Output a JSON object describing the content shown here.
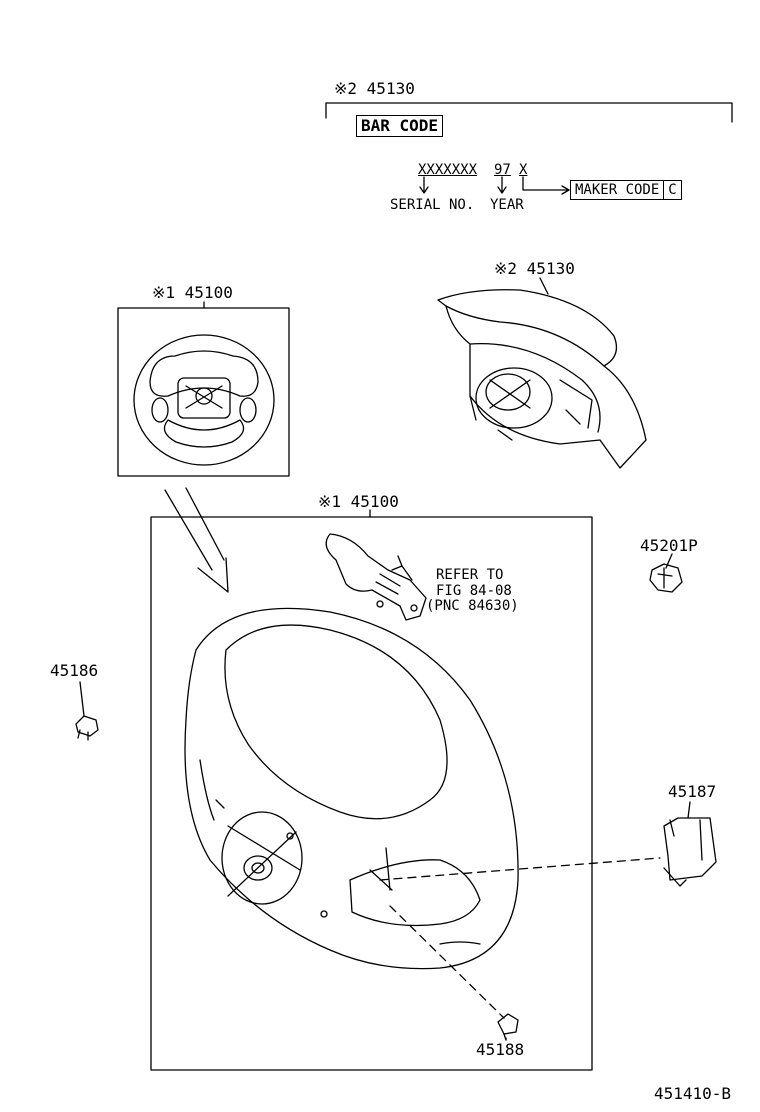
{
  "barcode_section": {
    "ref": "※2 45130",
    "bar_code": "BAR CODE",
    "serial_code": "XXXXXXX",
    "year_code": "97",
    "maker_letter": "X",
    "serial_label": "SERIAL NO.",
    "year_label": "YEAR",
    "maker_code_label": "MAKER CODE",
    "maker_code_value": "C"
  },
  "parts": {
    "pad": "※2 45130",
    "wheel_inset": "※1 45100",
    "wheel_main": "※1 45100",
    "p45201P": "45201P",
    "p45186": "45186",
    "p45187": "45187",
    "p45188": "45188"
  },
  "refer_note": {
    "line1": "REFER TO",
    "line2": "FIG 84-08",
    "line3": "(PNC 84630)"
  },
  "figure_id": "451410-B"
}
